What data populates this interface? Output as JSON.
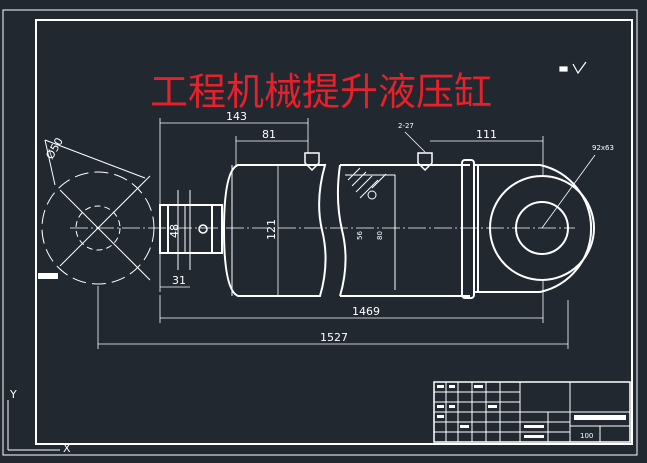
{
  "drawing": {
    "title": "工程机械提升液压缸",
    "dimensions": {
      "d143": "143",
      "d81": "81",
      "d111": "111",
      "d2_27": "2-27",
      "d92x63": "92x63",
      "dphi50": "Ø50",
      "d48": "48",
      "d121": "121",
      "d31": "31",
      "d1469": "1469",
      "d1527": "1527",
      "d56": "56",
      "d80": "80"
    },
    "title_block": {
      "scale_text": "100"
    },
    "axis": {
      "y": "Y",
      "x": "X"
    }
  },
  "colors": {
    "background": "#212830",
    "lines": "#ffffff",
    "title": "#e8202a"
  }
}
